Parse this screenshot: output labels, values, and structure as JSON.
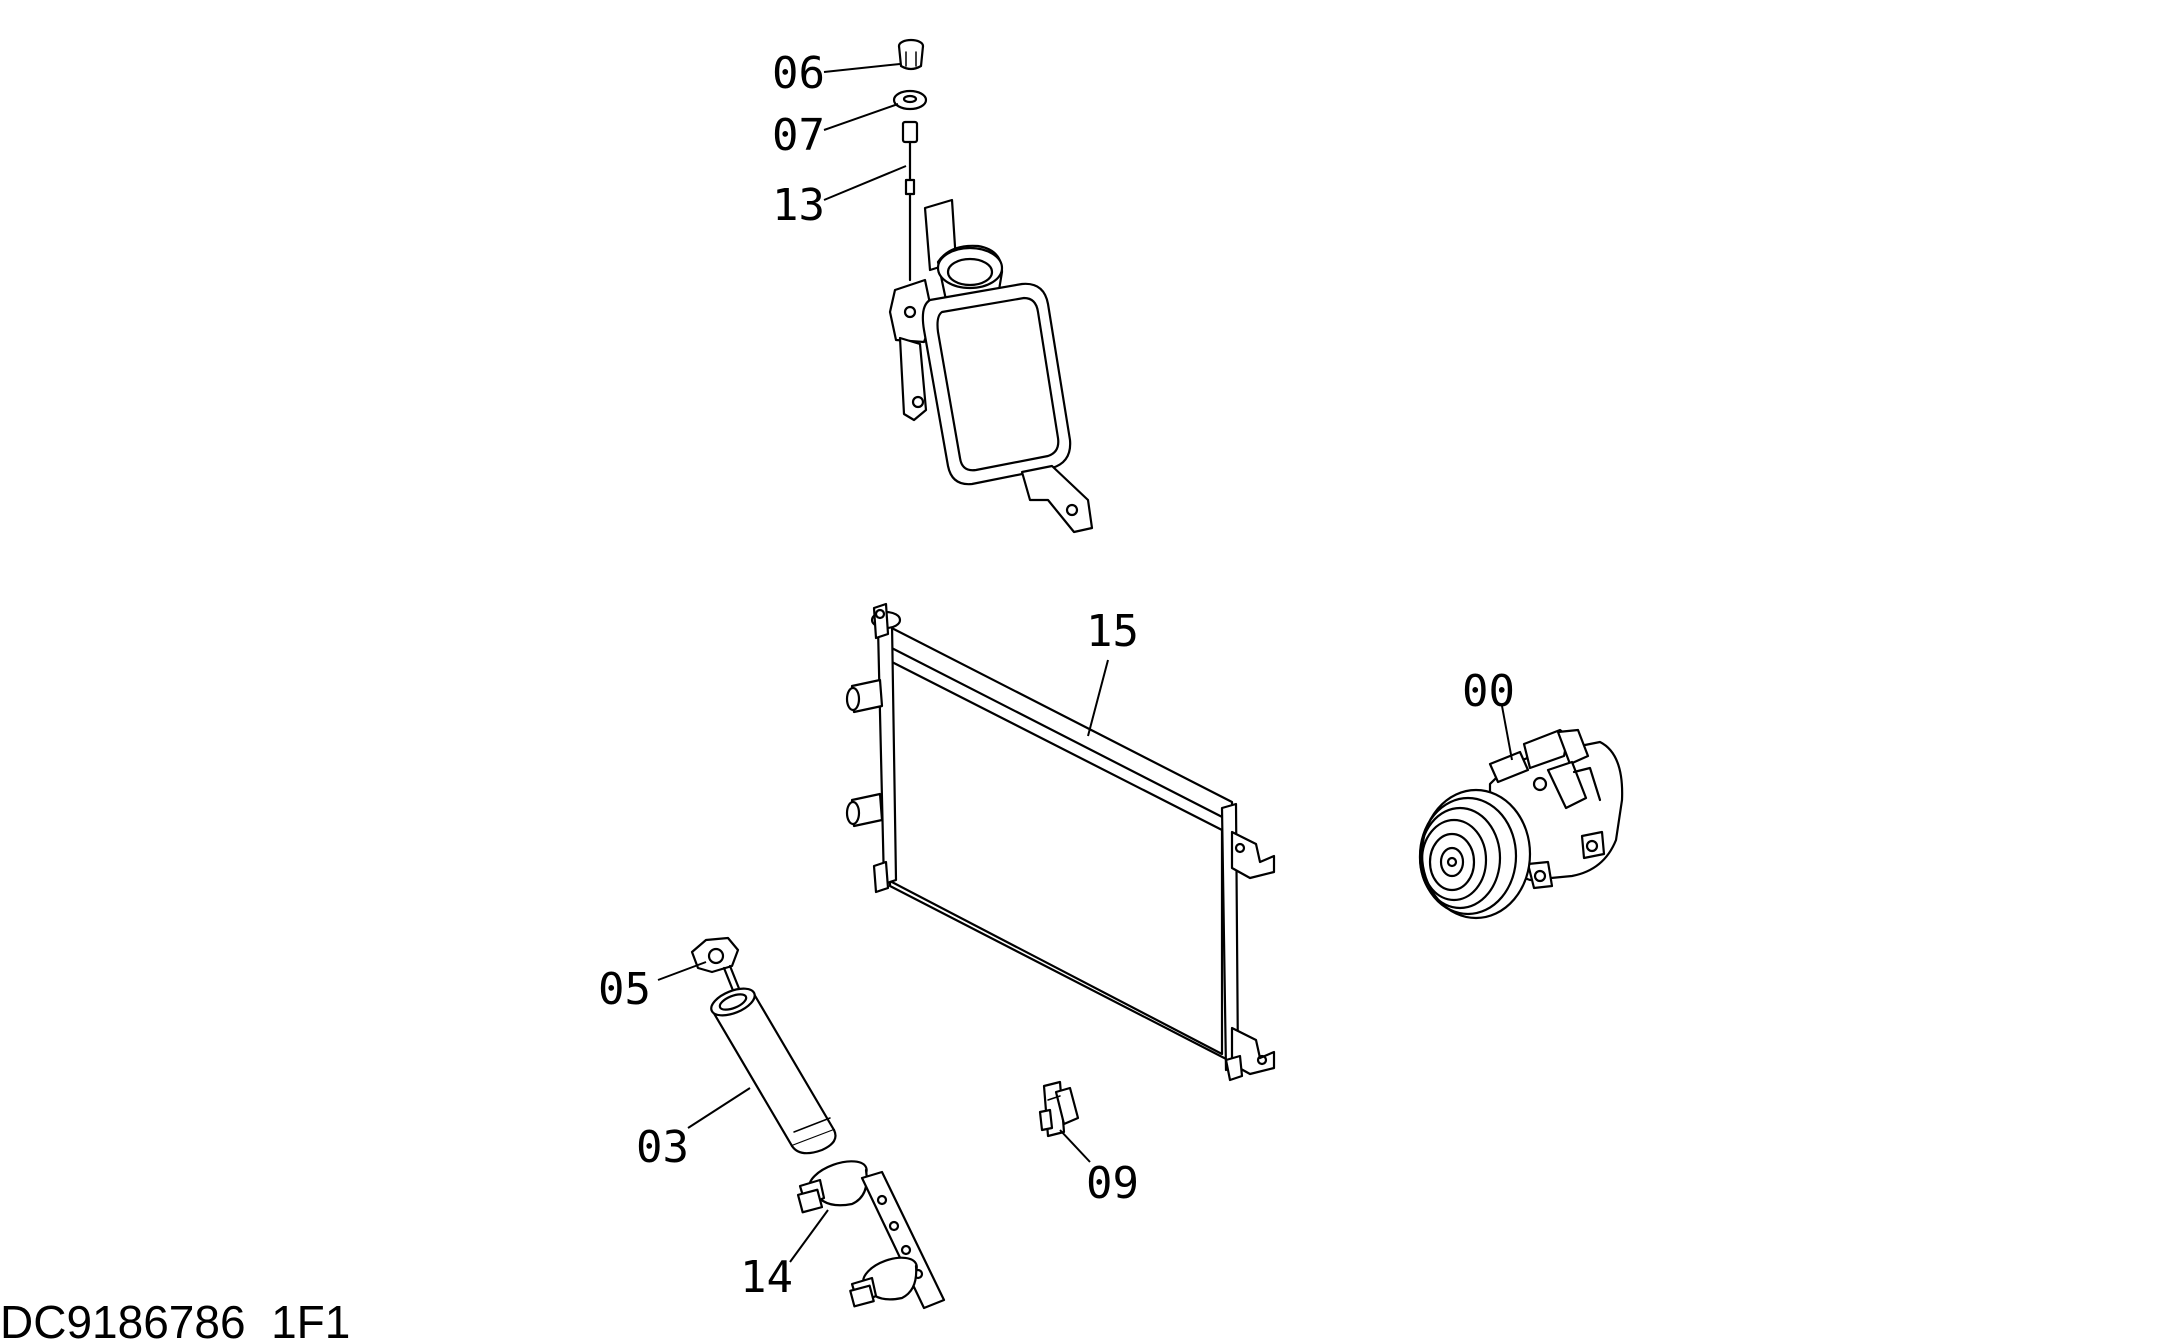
{
  "diagram": {
    "document_id": "DC9186786_1F1",
    "callouts": [
      {
        "id": "06",
        "label": "06"
      },
      {
        "id": "07",
        "label": "07"
      },
      {
        "id": "13",
        "label": "13"
      },
      {
        "id": "15",
        "label": "15"
      },
      {
        "id": "00",
        "label": "00"
      },
      {
        "id": "05",
        "label": "05"
      },
      {
        "id": "03",
        "label": "03"
      },
      {
        "id": "09",
        "label": "09"
      },
      {
        "id": "14",
        "label": "14"
      }
    ]
  }
}
